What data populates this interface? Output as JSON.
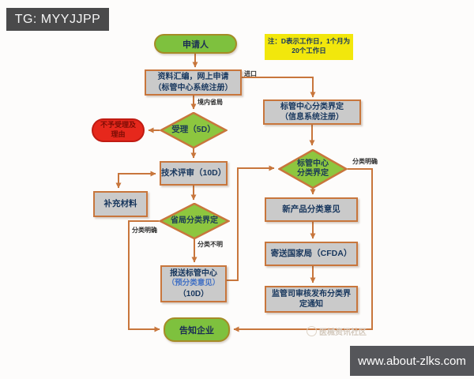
{
  "header": {
    "tag": "TG: MYYJJPP"
  },
  "note": {
    "line1": "注：D表示工作日，1个月为",
    "line2": "20个工作日"
  },
  "nodes": {
    "applicant": "申请人",
    "compile_line1": "资料汇编，网上申请",
    "compile_line2": "（标管中心系统注册）",
    "center_reg_line1": "标管中心分类界定",
    "center_reg_line2": "（信息系统注册）",
    "accept": "受理（5D）",
    "reject_line1": "不予受理及",
    "reject_line2": "理由",
    "review": "技术评审（10D）",
    "supplement": "补充材料",
    "prov_decision": "省局分类界定",
    "submit_line1": "报送标管中心",
    "submit_line2": "（预分类意见）",
    "submit_line3": "（10D）",
    "center_decision_line1": "标管中心",
    "center_decision_line2": "分类界定",
    "new_product": "新产品分类意见",
    "send_cfda": "寄送国家局（CFDA）",
    "publish_notice": "监管司审核发布分类界定通知",
    "notify": "告知企业"
  },
  "edge_labels": {
    "import": "进口",
    "domestic": "境内省局",
    "clear_left": "分类明确",
    "unclear": "分类不明",
    "clear_right": "分类明确"
  },
  "footer": {
    "url": "www.about-zlks.com",
    "watermark": "医械资讯社区"
  },
  "colors": {
    "green_fill": "#7ec13e",
    "diamond_fill": "#8dc63f",
    "orange_border": "#c8763c",
    "pill_border": "#a58b26",
    "box_fill": "#cacaca",
    "red_fill": "#e6281c",
    "yellow_note": "#f2e70c",
    "navy_text": "#17365d",
    "dark_bar": "#4a4a4b",
    "url_bar": "#55565a"
  }
}
